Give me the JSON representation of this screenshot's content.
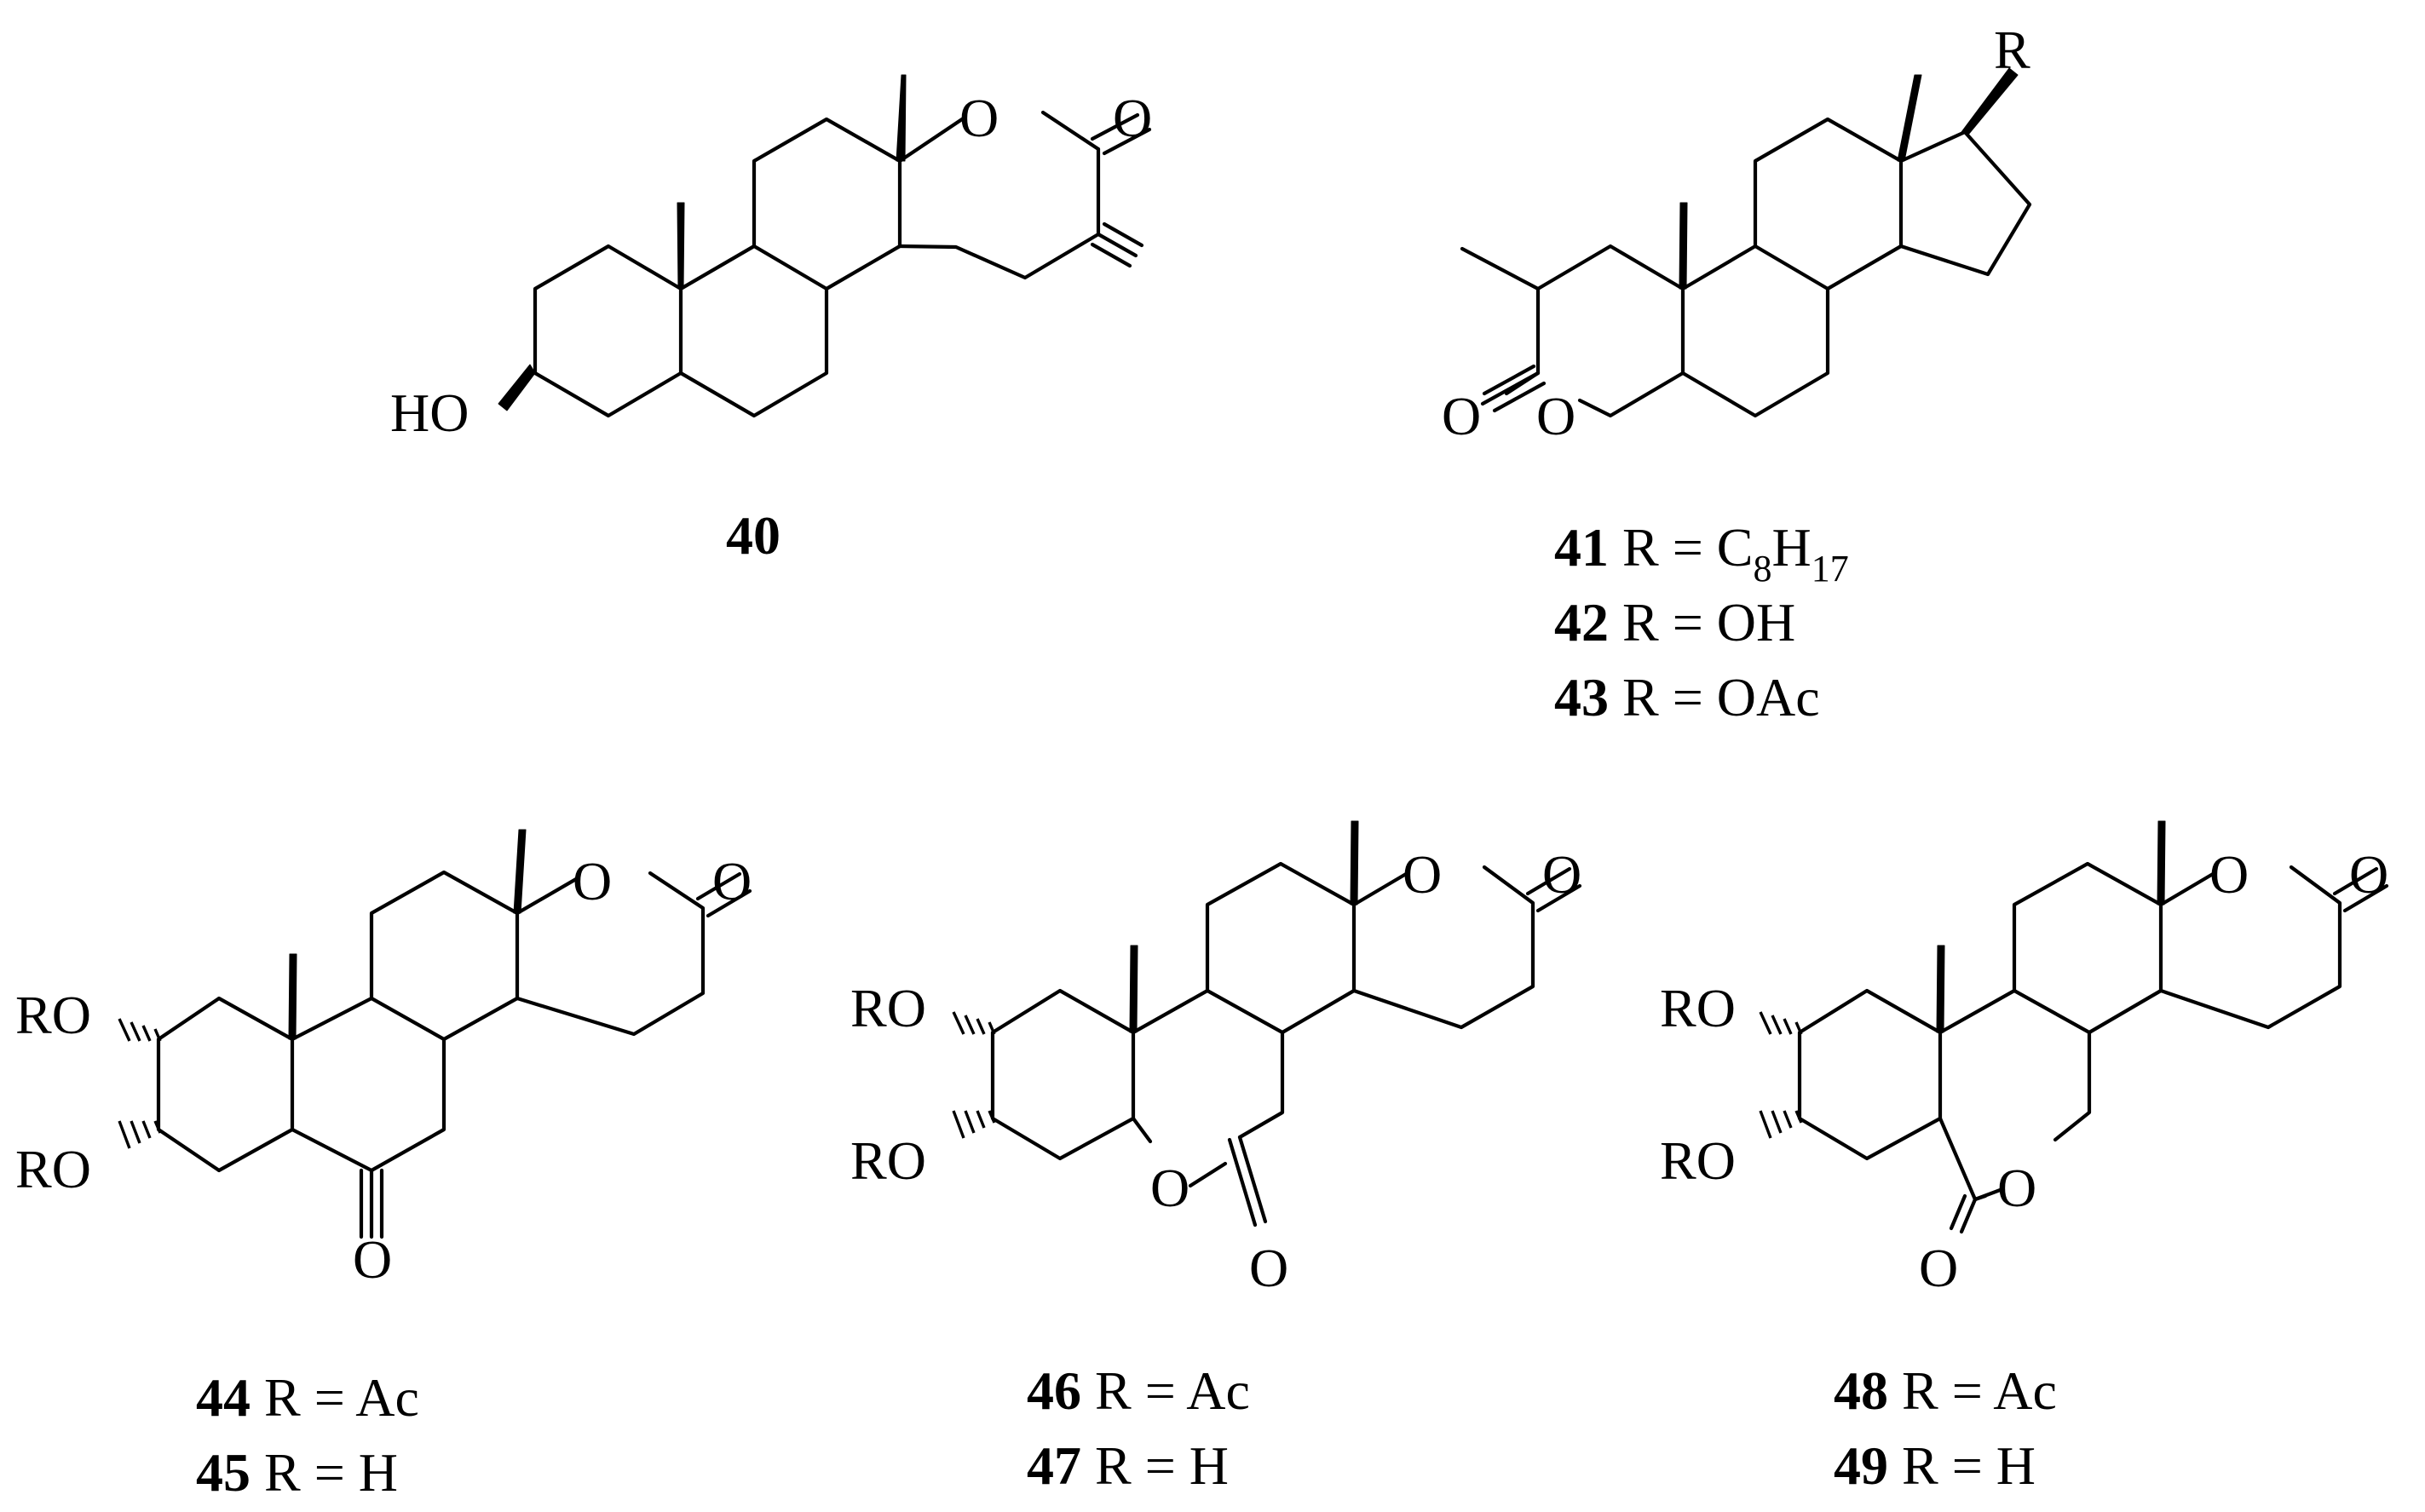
{
  "compounds": {
    "c40": {
      "number": "40",
      "atoms": {
        "ho": "HO",
        "o_ring": "O",
        "o_carbonyl": "O"
      }
    },
    "c41": {
      "atoms": {
        "r": "R",
        "o_ring": "O",
        "o_carbonyl": "O"
      },
      "variants": [
        {
          "number": "41",
          "r_eq": "R = ",
          "r_main": "C",
          "r_sub1": "8",
          "r_mid": "H",
          "r_sub2": "17"
        },
        {
          "number": "42",
          "text": "R = OH"
        },
        {
          "number": "43",
          "text": "R = OAc"
        }
      ]
    },
    "c44": {
      "atoms": {
        "ro_top": "RO",
        "ro_bottom": "RO",
        "o_ring": "O",
        "o_carbonyl": "O",
        "o_ketone": "O"
      },
      "variants": [
        {
          "number": "44",
          "text": "R = Ac"
        },
        {
          "number": "45",
          "text": "R = H"
        }
      ]
    },
    "c46": {
      "atoms": {
        "ro_top": "RO",
        "ro_bottom": "RO",
        "o_ring": "O",
        "o_carbonyl": "O",
        "o_lactone": "O",
        "o_lactone_co": "O"
      },
      "variants": [
        {
          "number": "46",
          "text": "R = Ac"
        },
        {
          "number": "47",
          "text": "R = H"
        }
      ]
    },
    "c48": {
      "atoms": {
        "ro_top": "RO",
        "ro_bottom": "RO",
        "o_ring": "O",
        "o_carbonyl": "O",
        "o_lactone": "O",
        "o_lactone_co": "O"
      },
      "variants": [
        {
          "number": "48",
          "text": "R = Ac"
        },
        {
          "number": "49",
          "text": "R = H"
        }
      ]
    }
  }
}
